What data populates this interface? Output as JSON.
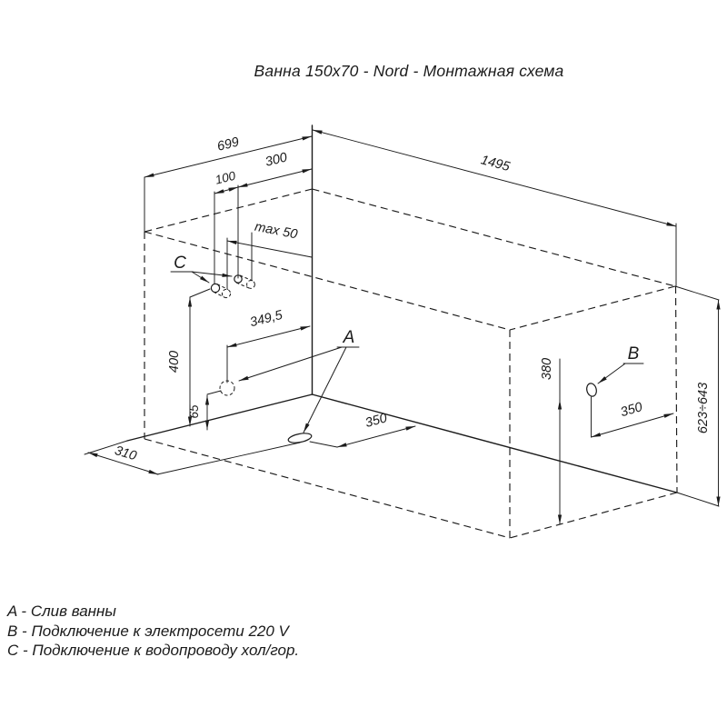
{
  "title": "Ванна 150x70 - Nord - Монтажная схема",
  "diagram": {
    "dimensions": {
      "width_top": "699",
      "pipes_spacing": "100",
      "pipes_to_corner": "300",
      "length_top": "1495",
      "pipes_wall_clearance": "max 50",
      "drain_wall_offset": "349,5",
      "pipes_height": "400",
      "drain_conn_height": "65",
      "drain_from_left_wall": "310",
      "drain_from_back_wall": "350",
      "socket_height": "380",
      "socket_from_right_edge": "350",
      "tub_height_range": "623÷643"
    },
    "letters": {
      "a": "A",
      "b": "B",
      "c": "C"
    }
  },
  "legend": {
    "items": [
      "A - Слив ванны",
      "B - Подключение к электросети 220 V",
      "C - Подключение к водопроводу хол/гор."
    ]
  },
  "colors": {
    "line": "#1b1b1b",
    "background": "#ffffff"
  }
}
